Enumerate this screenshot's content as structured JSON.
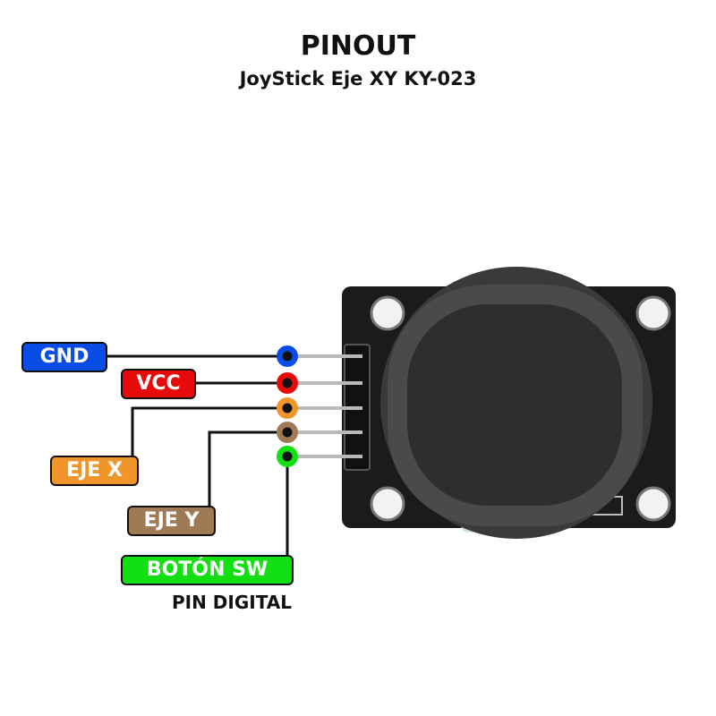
{
  "title": "PINOUT",
  "subtitle": "JoyStick Eje XY KY-023",
  "pins": [
    {
      "label": "GND",
      "color": "#0a4de6"
    },
    {
      "label": "VCC",
      "color": "#e60a0a"
    },
    {
      "label": "EJE X",
      "color": "#f0952a"
    },
    {
      "label": "EJE Y",
      "color": "#a07a55"
    },
    {
      "label": "BOTÓN SW",
      "color": "#12e012"
    }
  ],
  "note": "PIN DIGITAL"
}
